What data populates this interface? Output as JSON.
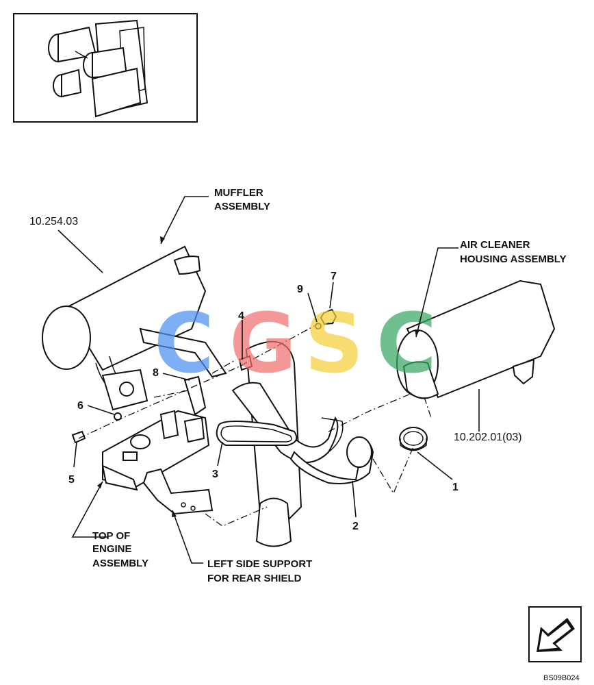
{
  "labels": {
    "muffler_line1": "MUFFLER",
    "muffler_line2": "ASSEMBLY",
    "air_cleaner_line1": "AIR CLEANER",
    "air_cleaner_line2": "HOUSING ASSEMBLY",
    "top_engine_line1": "TOP OF",
    "top_engine_line2": "ENGINE",
    "top_engine_line3": "ASSEMBLY",
    "left_support_line1": "LEFT SIDE SUPPORT",
    "left_support_line2": "FOR REAR SHIELD"
  },
  "references": {
    "muffler_ref": "10.254.03",
    "air_cleaner_ref": "10.202.01(03)"
  },
  "callouts": {
    "c1": "1",
    "c2": "2",
    "c3": "3",
    "c4": "4",
    "c5": "5",
    "c6": "6",
    "c7": "7",
    "c8": "8",
    "c9": "9"
  },
  "watermark": {
    "letters": [
      "C",
      "G",
      "S",
      "C"
    ],
    "colors": [
      "#4d8ff0",
      "#f07070",
      "#f5cf3a",
      "#3aa865"
    ]
  },
  "figure_code": "BS09B024",
  "nav_icon": "arrow-down-left-icon"
}
